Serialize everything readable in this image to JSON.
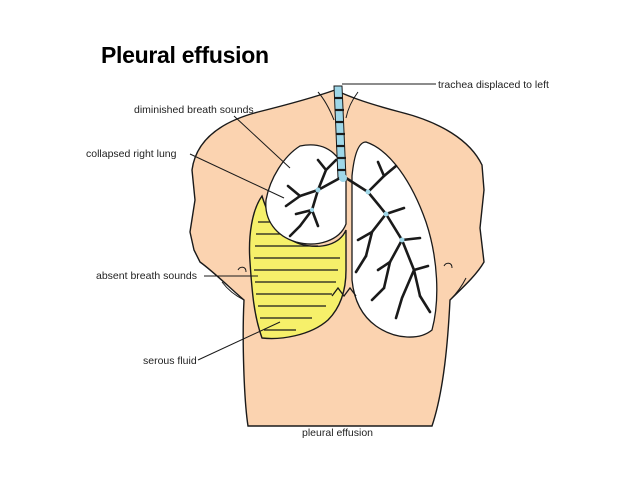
{
  "slide": {
    "title": "Pleural effusion"
  },
  "labels": {
    "trachea": "trachea displaced to left",
    "diminished": "diminished breath sounds",
    "collapsed": "collapsed right lung",
    "absent": "absent breath sounds",
    "serous": "serous fluid",
    "caption": "pleural effusion"
  },
  "colors": {
    "skin": "#fbd3b0",
    "fluid": "#f6f06a",
    "lung": "#ffffff",
    "airway": "#9fd7e8",
    "outline": "#1a1a1a"
  }
}
